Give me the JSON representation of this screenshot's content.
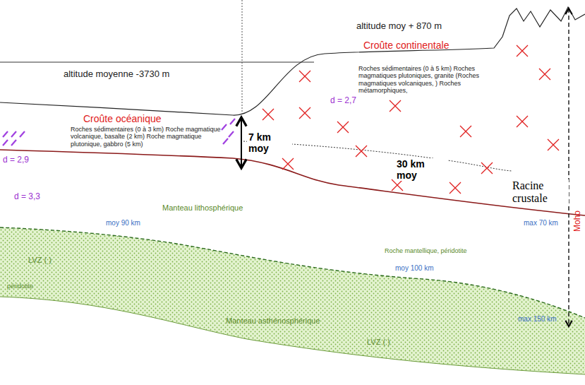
{
  "diagram": {
    "labels": [
      "altitude moy + 870 m",
      "altitude moyenne -3730 m",
      "Croûte continentale",
      "Croûte océanique",
      "Roches sédimentaires (0 à 5 km) Roches magmatiques plutoniques, granite (Roches magmatiques volcaniques, ) Roches métamorphiques,",
      "d = 2,7",
      "Roches sédimentaires (0 à 3 km) Roche magmatique volcanique, basalte (2 km) Roche magmatique plutonique, gabbro (5 km)",
      "d = 2,9",
      "7 km moy",
      "30 km moy",
      "Racine crustale",
      "Moho",
      "d = 3,3",
      "Manteau lithosphérique",
      "Roche mantellique, péridotite",
      "moy 90 km",
      "max 70 km",
      "LVZ ( )",
      "péridotite",
      "moy 100 km",
      "max 150 km",
      "Manteau asthénosphérique",
      "LVZ ( )"
    ]
  }
}
